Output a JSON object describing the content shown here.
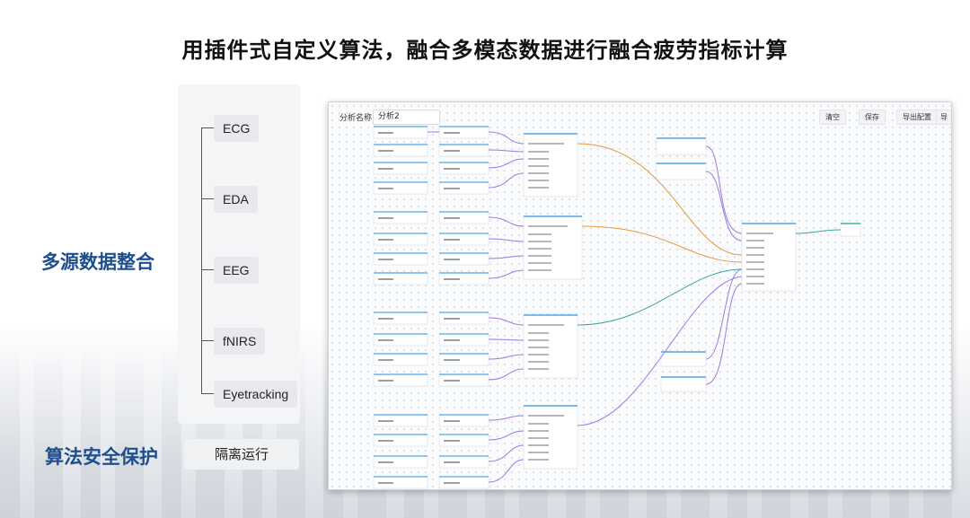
{
  "title": "用插件式自定义算法，融合多模态数据进行融合疲劳指标计算",
  "sections": {
    "multi_source": "多源数据整合",
    "security": "算法安全保护"
  },
  "isolation": "隔离运行",
  "tree": {
    "items": [
      "ECG",
      "EDA",
      "EEG",
      "fNIRS",
      "Eyetracking"
    ]
  },
  "app": {
    "name_label": "分析名称:",
    "name_value": "分析2",
    "buttons": {
      "clear": "清空",
      "save": "保存",
      "export_config": "导出配置",
      "import": "导"
    }
  },
  "colors": {
    "title_blue": "#1f4e8c",
    "edge_purple": "#a078e0",
    "edge_orange": "#e8963a",
    "edge_teal": "#3aa7a0",
    "node_header": "#4fa6e8",
    "output_header": "#33b89a"
  }
}
